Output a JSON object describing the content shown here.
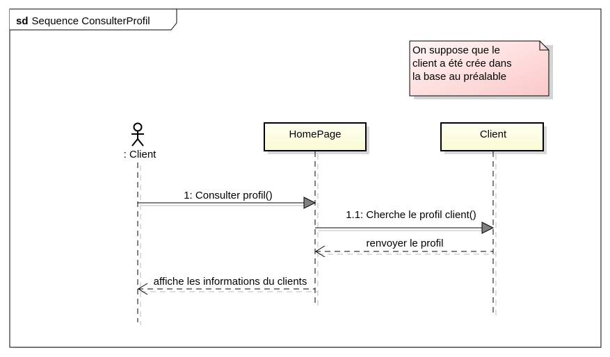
{
  "frame": {
    "keyword": "sd",
    "title": "Sequence ConsulterProfil"
  },
  "note": {
    "lines": [
      "On suppose que le",
      "client a été crée dans",
      "la base au préalable"
    ],
    "fill_top": "#fff6f6",
    "fill_bottom": "#fcc8c8"
  },
  "participants": [
    {
      "id": "actor",
      "kind": "actor",
      "label": ": Client"
    },
    {
      "id": "homepage",
      "kind": "object",
      "label": "HomePage"
    },
    {
      "id": "client",
      "kind": "object",
      "label": "Client"
    }
  ],
  "messages": [
    {
      "from": "actor",
      "to": "homepage",
      "label": "1: Consulter profil()",
      "style": "sync"
    },
    {
      "from": "homepage",
      "to": "client",
      "label": "1.1: Cherche le profil client()",
      "style": "sync"
    },
    {
      "from": "client",
      "to": "homepage",
      "label": "renvoyer le profil",
      "style": "reply"
    },
    {
      "from": "homepage",
      "to": "actor",
      "label": "affiche les informations du clients",
      "style": "reply"
    }
  ],
  "colors": {
    "box_fill_top": "#fffff4",
    "box_fill_bottom": "#fafad2",
    "line": "#000000",
    "arrowhead": "#808080",
    "shadow": "#cccccc"
  }
}
